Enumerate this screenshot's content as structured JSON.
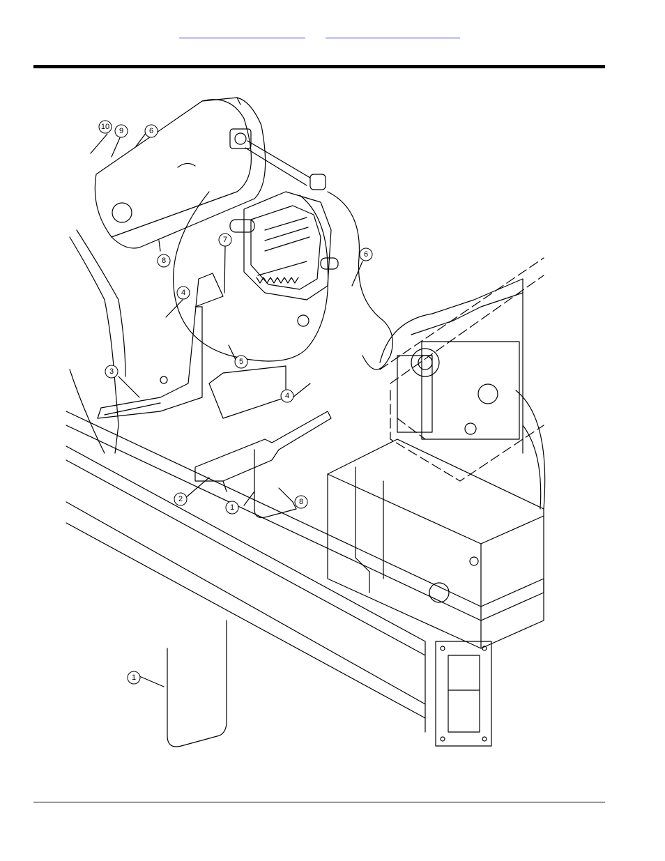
{
  "header": {
    "links": [
      "",
      ""
    ]
  },
  "drawing": {
    "callouts": [
      {
        "label": "10"
      },
      {
        "label": "9"
      },
      {
        "label": "6"
      },
      {
        "label": "8"
      },
      {
        "label": "7"
      },
      {
        "label": "6"
      },
      {
        "label": "4"
      },
      {
        "label": "5"
      },
      {
        "label": "3"
      },
      {
        "label": "4"
      },
      {
        "label": "2"
      },
      {
        "label": "1"
      },
      {
        "label": "8"
      },
      {
        "label": "1"
      }
    ]
  }
}
